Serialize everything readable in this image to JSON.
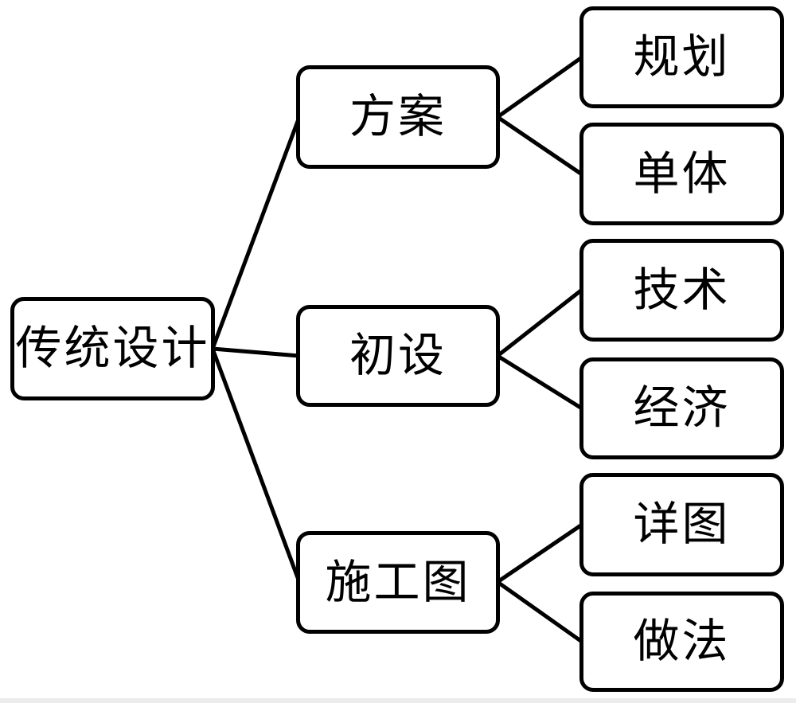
{
  "diagram": {
    "root": {
      "label": "传统设计"
    },
    "branches": [
      {
        "label": "方案",
        "children": [
          {
            "label": "规划"
          },
          {
            "label": "单体"
          }
        ]
      },
      {
        "label": "初设",
        "children": [
          {
            "label": "技术"
          },
          {
            "label": "经济"
          }
        ]
      },
      {
        "label": "施工图",
        "children": [
          {
            "label": "详图"
          },
          {
            "label": "做法"
          }
        ]
      }
    ],
    "colors": {
      "node_border": "#000000",
      "node_fill": "#ffffff",
      "text": "#000000",
      "connector": "#000000",
      "background": "#ffffff",
      "bottom_strip": "#ececec"
    }
  }
}
